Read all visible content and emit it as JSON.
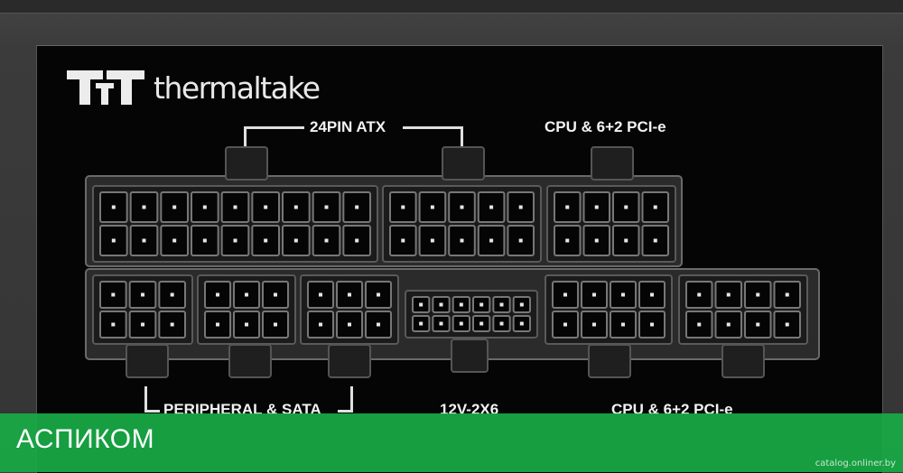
{
  "brand": {
    "name": "thermaltake"
  },
  "labels": {
    "top_left": "24PIN ATX",
    "top_right": "CPU & 6+2 PCI-e",
    "bottom_left": "PERIPHERAL & SATA",
    "bottom_center": "12V-2X6",
    "bottom_right": "CPU & 6+2 PCI-e"
  },
  "banner": {
    "text": "АСПИКОМ",
    "color": "#18aa46"
  },
  "watermark": "catalog.onliner.by"
}
